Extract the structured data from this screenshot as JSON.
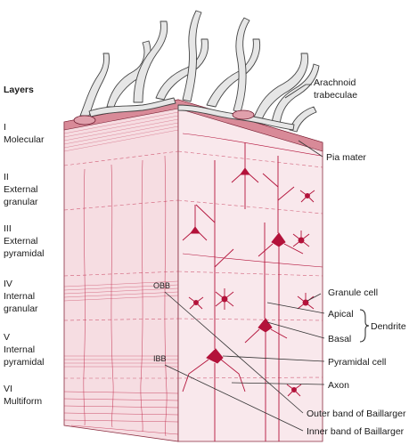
{
  "heading": "Layers",
  "layers": [
    {
      "numeral": "I",
      "name": "Molecular"
    },
    {
      "numeral": "II",
      "name": "External",
      "name2": "granular"
    },
    {
      "numeral": "III",
      "name": "External",
      "name2": "pyramidal"
    },
    {
      "numeral": "IV",
      "name": "Internal",
      "name2": "granular"
    },
    {
      "numeral": "V",
      "name": "Internal",
      "name2": "pyramidal"
    },
    {
      "numeral": "VI",
      "name": "Multiform"
    }
  ],
  "callouts": {
    "arachnoid_1": "Arachnoid",
    "arachnoid_2": "trabeculae",
    "pia_mater": "Pia mater",
    "granule_cell": "Granule cell",
    "apical": "Apical",
    "basal": "Basal",
    "dendrite": "Dendrite",
    "pyramidal_cell": "Pyramidal cell",
    "axon": "Axon",
    "outer_band": "Outer band of Baillarger",
    "inner_band": "Inner band of Baillarger"
  },
  "inline": {
    "obb": "OBB",
    "ibb": "IBB"
  },
  "colors": {
    "tissue": "#f6dde2",
    "fiber": "#c0284a",
    "neuron": "#b3123a",
    "arachnoid_fill": "#e6e6e6",
    "pia": "#d88a98"
  }
}
